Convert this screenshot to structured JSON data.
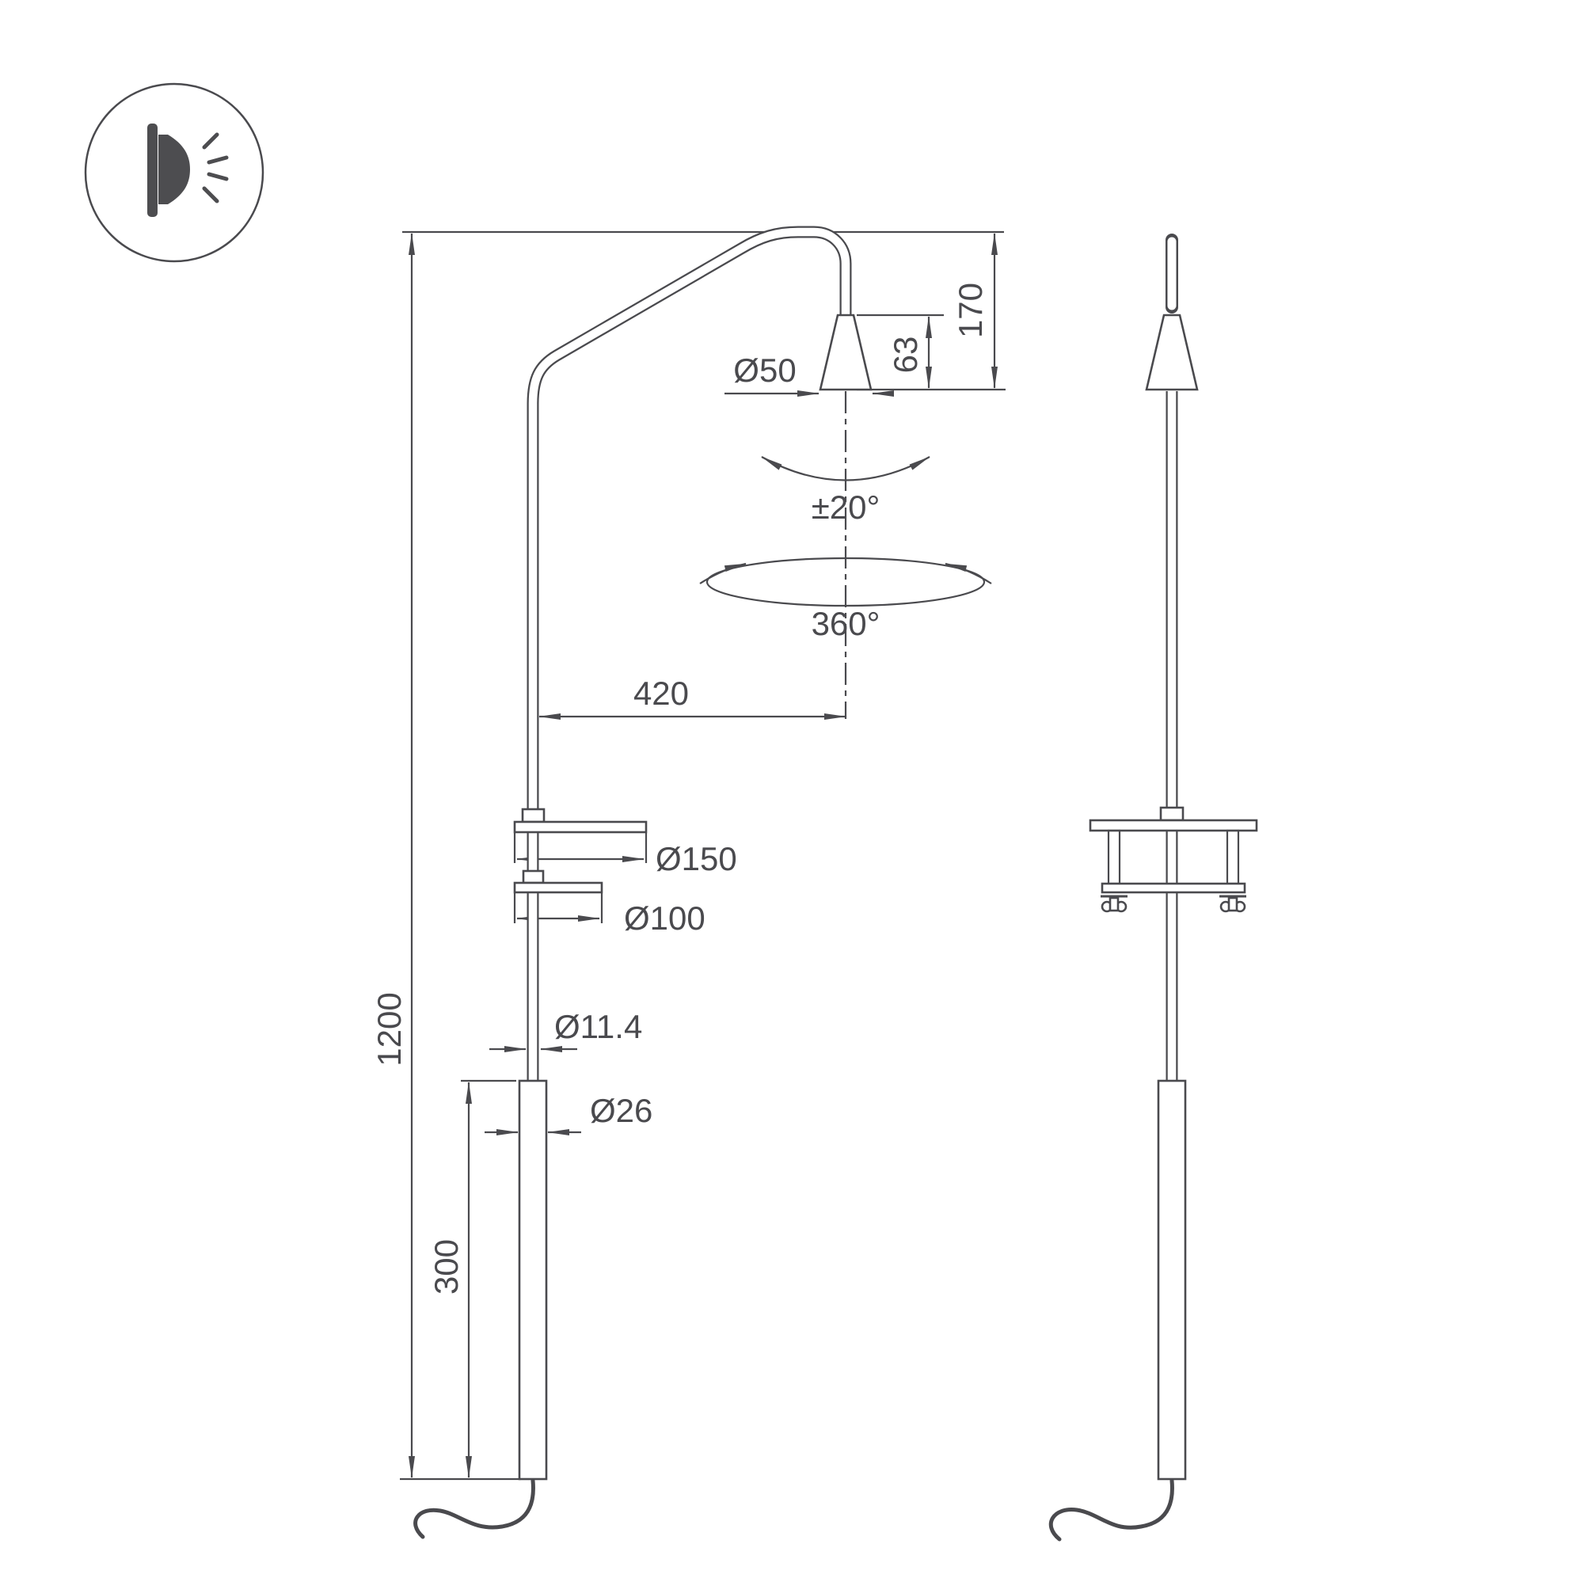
{
  "colors": {
    "line": "#4a4a4e",
    "background": "#ffffff"
  },
  "icons": {
    "logo": "wall-light-emitting-icon"
  },
  "dimensions": {
    "overall_height": "1200",
    "arm_reach": "420",
    "head_offset": "170",
    "head_height": "63",
    "head_diameter": "Ø50",
    "tilt_range": "±20°",
    "rotation": "360°",
    "mount_plate_diameter": "Ø150",
    "clamp_plate_diameter": "Ø100",
    "pole_diameter": "Ø11.4",
    "base_tube_diameter": "Ø26",
    "base_tube_length": "300"
  }
}
